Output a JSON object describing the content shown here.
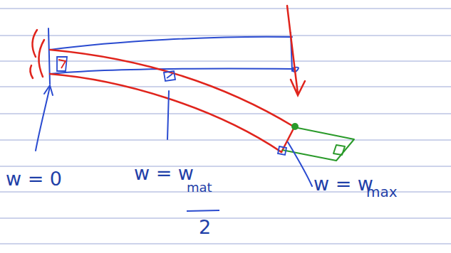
{
  "diagram": {
    "labels": [
      "w = 0",
      "w = w",
      "mat",
      "2",
      "w = w",
      "max"
    ]
  }
}
